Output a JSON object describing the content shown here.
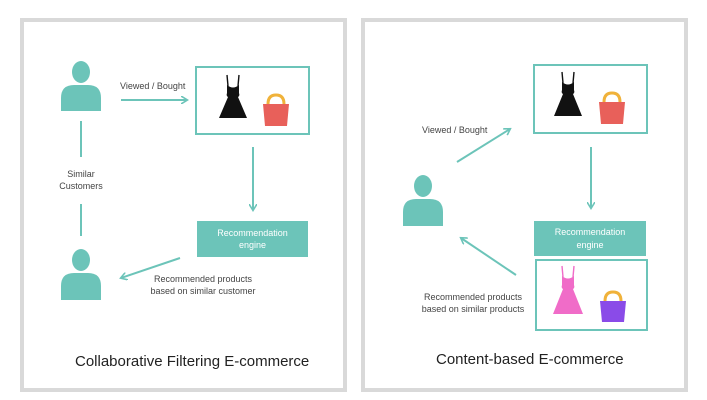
{
  "colors": {
    "accent": "#6cc4b9",
    "panel_border": "#d9d9d9",
    "black_dress": "#111111",
    "red_bag": "#e8605a",
    "pink_dress": "#f06cc8",
    "purple_bag": "#8a4be8",
    "bag_handle": "#f0b23a"
  },
  "left": {
    "viewed_label": "Viewed / Bought",
    "similar_line1": "Similar",
    "similar_line2": "Customers",
    "engine_line1": "Recommendation",
    "engine_line2": "engine",
    "recommended_line1": "Recommended products",
    "recommended_line2": "based on similar customer",
    "caption": "Collaborative Filtering E-commerce",
    "icons": [
      "user-icon",
      "user-icon",
      "dress-icon",
      "bag-icon"
    ]
  },
  "right": {
    "viewed_label": "Viewed / Bought",
    "engine_line1": "Recommendation",
    "engine_line2": "engine",
    "recommended_line1": "Recommended products",
    "recommended_line2": "based on similar products",
    "caption": "Content-based E-commerce",
    "icons": [
      "user-icon",
      "dress-icon",
      "bag-icon",
      "dress-icon",
      "bag-icon"
    ]
  }
}
